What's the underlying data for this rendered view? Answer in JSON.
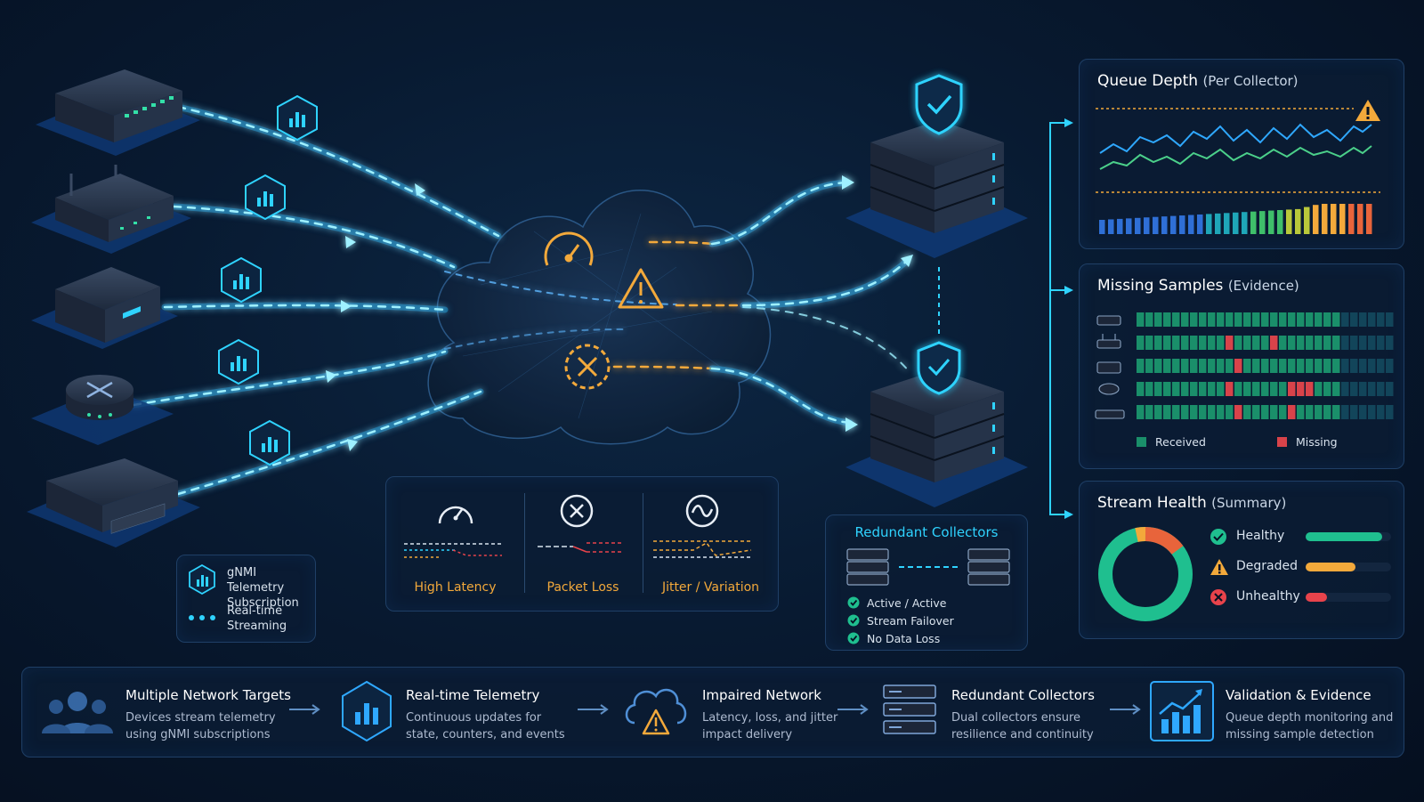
{
  "legend": {
    "subscription_label": "gNMI Telemetry Subscription",
    "streaming_label": "Real-time Streaming"
  },
  "impairments": {
    "items": [
      {
        "label": "High Latency",
        "icon": "gauge-icon"
      },
      {
        "label": "Packet Loss",
        "icon": "x-circle-icon"
      },
      {
        "label": "Jitter / Variation",
        "icon": "wave-icon"
      }
    ]
  },
  "collectors": {
    "title": "Redundant Collectors",
    "checks": [
      "Active / Active",
      "Stream Failover",
      "No Data Loss"
    ]
  },
  "queue_depth": {
    "title": "Queue Depth",
    "subtitle": "(Per Collector)"
  },
  "missing_samples": {
    "title": "Missing Samples",
    "subtitle": "(Evidence)",
    "legend_received": "Received",
    "legend_missing": "Missing",
    "rows": [
      "RRRRRRRRRRRRRRRRRRRRRRRRRRRRR",
      "RRRRRRRRRRMRRRRMRRRRRRRRRRRRR",
      "RRRRRRRRRRRMRRRRRRRRRRRRRRRRR",
      "RRRRRRRRRRMRRRRRRMMMRRRRRRRRR",
      "RRRRRRRRRRRMRRRRRMRRRRRRRRRRR"
    ]
  },
  "stream_health": {
    "title": "Stream Health",
    "subtitle": "(Summary)",
    "items": [
      {
        "label": "Healthy",
        "status": "healthy",
        "value": 0.9
      },
      {
        "label": "Degraded",
        "status": "degraded",
        "value": 0.58
      },
      {
        "label": "Unhealthy",
        "status": "unhealthy",
        "value": 0.25
      }
    ]
  },
  "flow": [
    {
      "title": "Multiple Network Targets",
      "desc": "Devices stream telemetry using gNMI subscriptions",
      "icon": "users-icon"
    },
    {
      "title": "Real-time Telemetry",
      "desc": "Continuous updates for state, counters, and events",
      "icon": "chart-hex-icon"
    },
    {
      "title": "Impaired Network",
      "desc": "Latency, loss, and jitter impact delivery",
      "icon": "cloud-warning-icon"
    },
    {
      "title": "Redundant Collectors",
      "desc": "Dual collectors ensure resilience and continuity",
      "icon": "servers-icon"
    },
    {
      "title": "Validation & Evidence",
      "desc": "Queue depth monitoring and missing sample detection",
      "icon": "trend-icon"
    }
  ],
  "colors": {
    "accent": "#2fd3ff",
    "healthy": "#1fbf8f",
    "degraded": "#f3a93b",
    "unhealthy": "#e8434b"
  }
}
